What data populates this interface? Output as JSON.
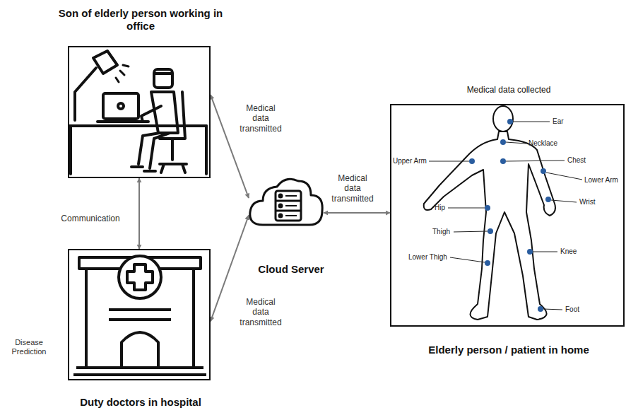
{
  "diagram": {
    "nodes": [
      {
        "text": [
          "Son of elderly person working in office"
        ]
      },
      {
        "text": [
          "Cloud Server"
        ]
      },
      {
        "text": [
          "Medical data collected",
          "Elderly person / patient in home"
        ]
      },
      {
        "text": [
          "Duty doctors in hospital"
        ]
      }
    ],
    "edges": [
      {
        "from": 0,
        "to": 1,
        "label": "Medical data transmitted",
        "arrow": "both"
      },
      {
        "from": 1,
        "to": 2,
        "label": "Medical data transmitted",
        "arrow": "both"
      },
      {
        "from": 3,
        "to": 1,
        "label": "Medical data transmitted",
        "arrow": "both"
      },
      {
        "from": 0,
        "to": 3,
        "label": "Communication",
        "arrow": "both"
      }
    ],
    "labels": [
      "Disease Prediction",
      "Ear",
      "Necklace",
      "Upper Arm",
      "Chest",
      "Lower Arm",
      "Wrist",
      "Hip",
      "Thigh",
      "Lower Thigh",
      "Knee",
      "Foot"
    ]
  }
}
